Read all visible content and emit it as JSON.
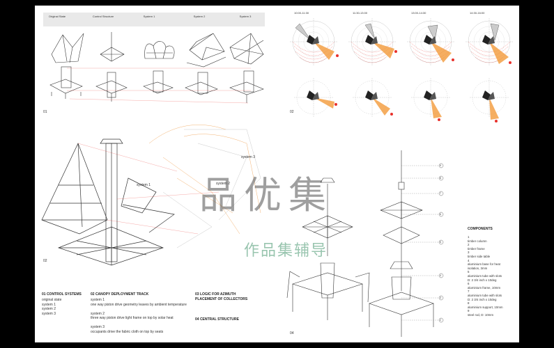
{
  "panel1": {
    "headers": [
      "Original State",
      "Control Structure",
      "System 1",
      "System 2",
      "System 3"
    ],
    "number": "01"
  },
  "panel2": {
    "times": [
      "10:00-11:30",
      "11:30-13:00",
      "13:00-14:30",
      "14:30-16:00"
    ],
    "number": "02"
  },
  "panel3": {
    "number": "02",
    "labels": {
      "system1": "system 1",
      "system2": "system 2",
      "system3": "system 3"
    }
  },
  "panel4": {
    "number": "04",
    "callouts": [
      "9",
      "8",
      "7",
      "6",
      "5",
      "4",
      "3",
      "2"
    ]
  },
  "text": {
    "control_systems": {
      "title": "01   CONTROL SYSTEMS",
      "lines": [
        "original state",
        "system 1",
        "system 2",
        "system 3"
      ]
    },
    "canopy": {
      "title": "02   CANOPY DEPLOYMENT TRACK",
      "lines": [
        "system 1",
        "one way piston drive geometry leaves by ambient temperature",
        "",
        "system 2",
        "three way piston drive light frame on top by solar heat",
        "",
        "system 3",
        "occupants drive the fabric cloth on top by seats"
      ]
    },
    "logic": {
      "title1": "03   LOGIC FOR AZIMUTH",
      "title2": "PLACEMENT OF COLLECTORS"
    },
    "central": {
      "title": "04   CENTRAL STRUCTURE"
    }
  },
  "components": {
    "title": "COMPONENTS",
    "items": [
      "1",
      "timber column",
      "2",
      "timber frame",
      "3",
      "timber side table",
      "4",
      "aluminium base for heat",
      "isolation, 3mm",
      "5",
      "aluminium tube with slots",
      "D: 2 3/4 inch x 10deg",
      "6",
      "aluminium frame, 10mm",
      "7",
      "aluminium tube with slots",
      "D: 2 3/4 inch x 10deg",
      "8",
      "aluminium support, 10mm",
      "9",
      "steel rod, D: 10mm"
    ]
  },
  "watermark": {
    "main": "品优集",
    "sub": "作品集辅导"
  },
  "colors": {
    "accent": "#e8312b",
    "orange": "#f29a3a",
    "sheet": "#ffffff",
    "frame": "#000000"
  }
}
